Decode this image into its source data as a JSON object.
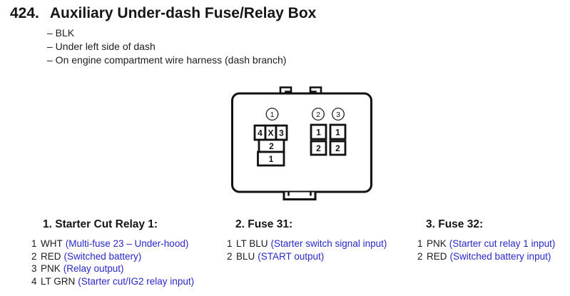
{
  "page": {
    "number": "424.",
    "title": "Auxiliary Under-dash Fuse/Relay Box",
    "notes": [
      "– BLK",
      "– Under left side of dash",
      "– On engine compartment wire harness (dash branch)"
    ]
  },
  "diagram": {
    "connector1": {
      "label": "1",
      "cells_top": [
        "4",
        "X",
        "3"
      ],
      "cell_mid": "2",
      "cell_bottom": "1"
    },
    "connector2": {
      "label": "2",
      "cells": [
        "1",
        "2"
      ]
    },
    "connector3": {
      "label": "3",
      "cells": [
        "1",
        "2"
      ]
    }
  },
  "sections": [
    {
      "title": "1. Starter Cut Relay 1:",
      "pins": [
        {
          "num": "1",
          "color": "WHT",
          "desc": "(Multi-fuse 23 – Under-hood)"
        },
        {
          "num": "2",
          "color": "RED",
          "desc": "(Switched battery)"
        },
        {
          "num": "3",
          "color": "PNK",
          "desc": "(Relay output)"
        },
        {
          "num": "4",
          "color": "LT GRN",
          "desc": "(Starter cut/IG2 relay input)"
        }
      ]
    },
    {
      "title": "2. Fuse 31:",
      "pins": [
        {
          "num": "1",
          "color": "LT BLU",
          "desc": "(Starter switch signal input)"
        },
        {
          "num": "2",
          "color": "BLU",
          "desc": "(START output)"
        }
      ]
    },
    {
      "title": "3. Fuse 32:",
      "pins": [
        {
          "num": "1",
          "color": "PNK",
          "desc": "(Starter cut relay 1 input)"
        },
        {
          "num": "2",
          "color": "RED",
          "desc": "(Switched battery input)"
        }
      ]
    }
  ],
  "colors": {
    "desc_blue": "#2828c8",
    "text_black": "#161616",
    "line_black": "#111111"
  }
}
